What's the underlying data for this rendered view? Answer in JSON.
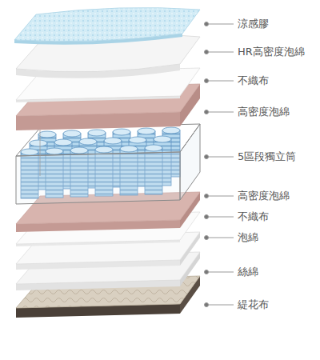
{
  "diagram": {
    "labels": [
      "涼感膠",
      "HR高密度泡綿",
      "不織布",
      "高密度泡綿",
      "5區段獨立筒",
      "高密度泡綿",
      "不織布",
      "泡綿",
      "絲綿",
      "緹花布"
    ]
  }
}
